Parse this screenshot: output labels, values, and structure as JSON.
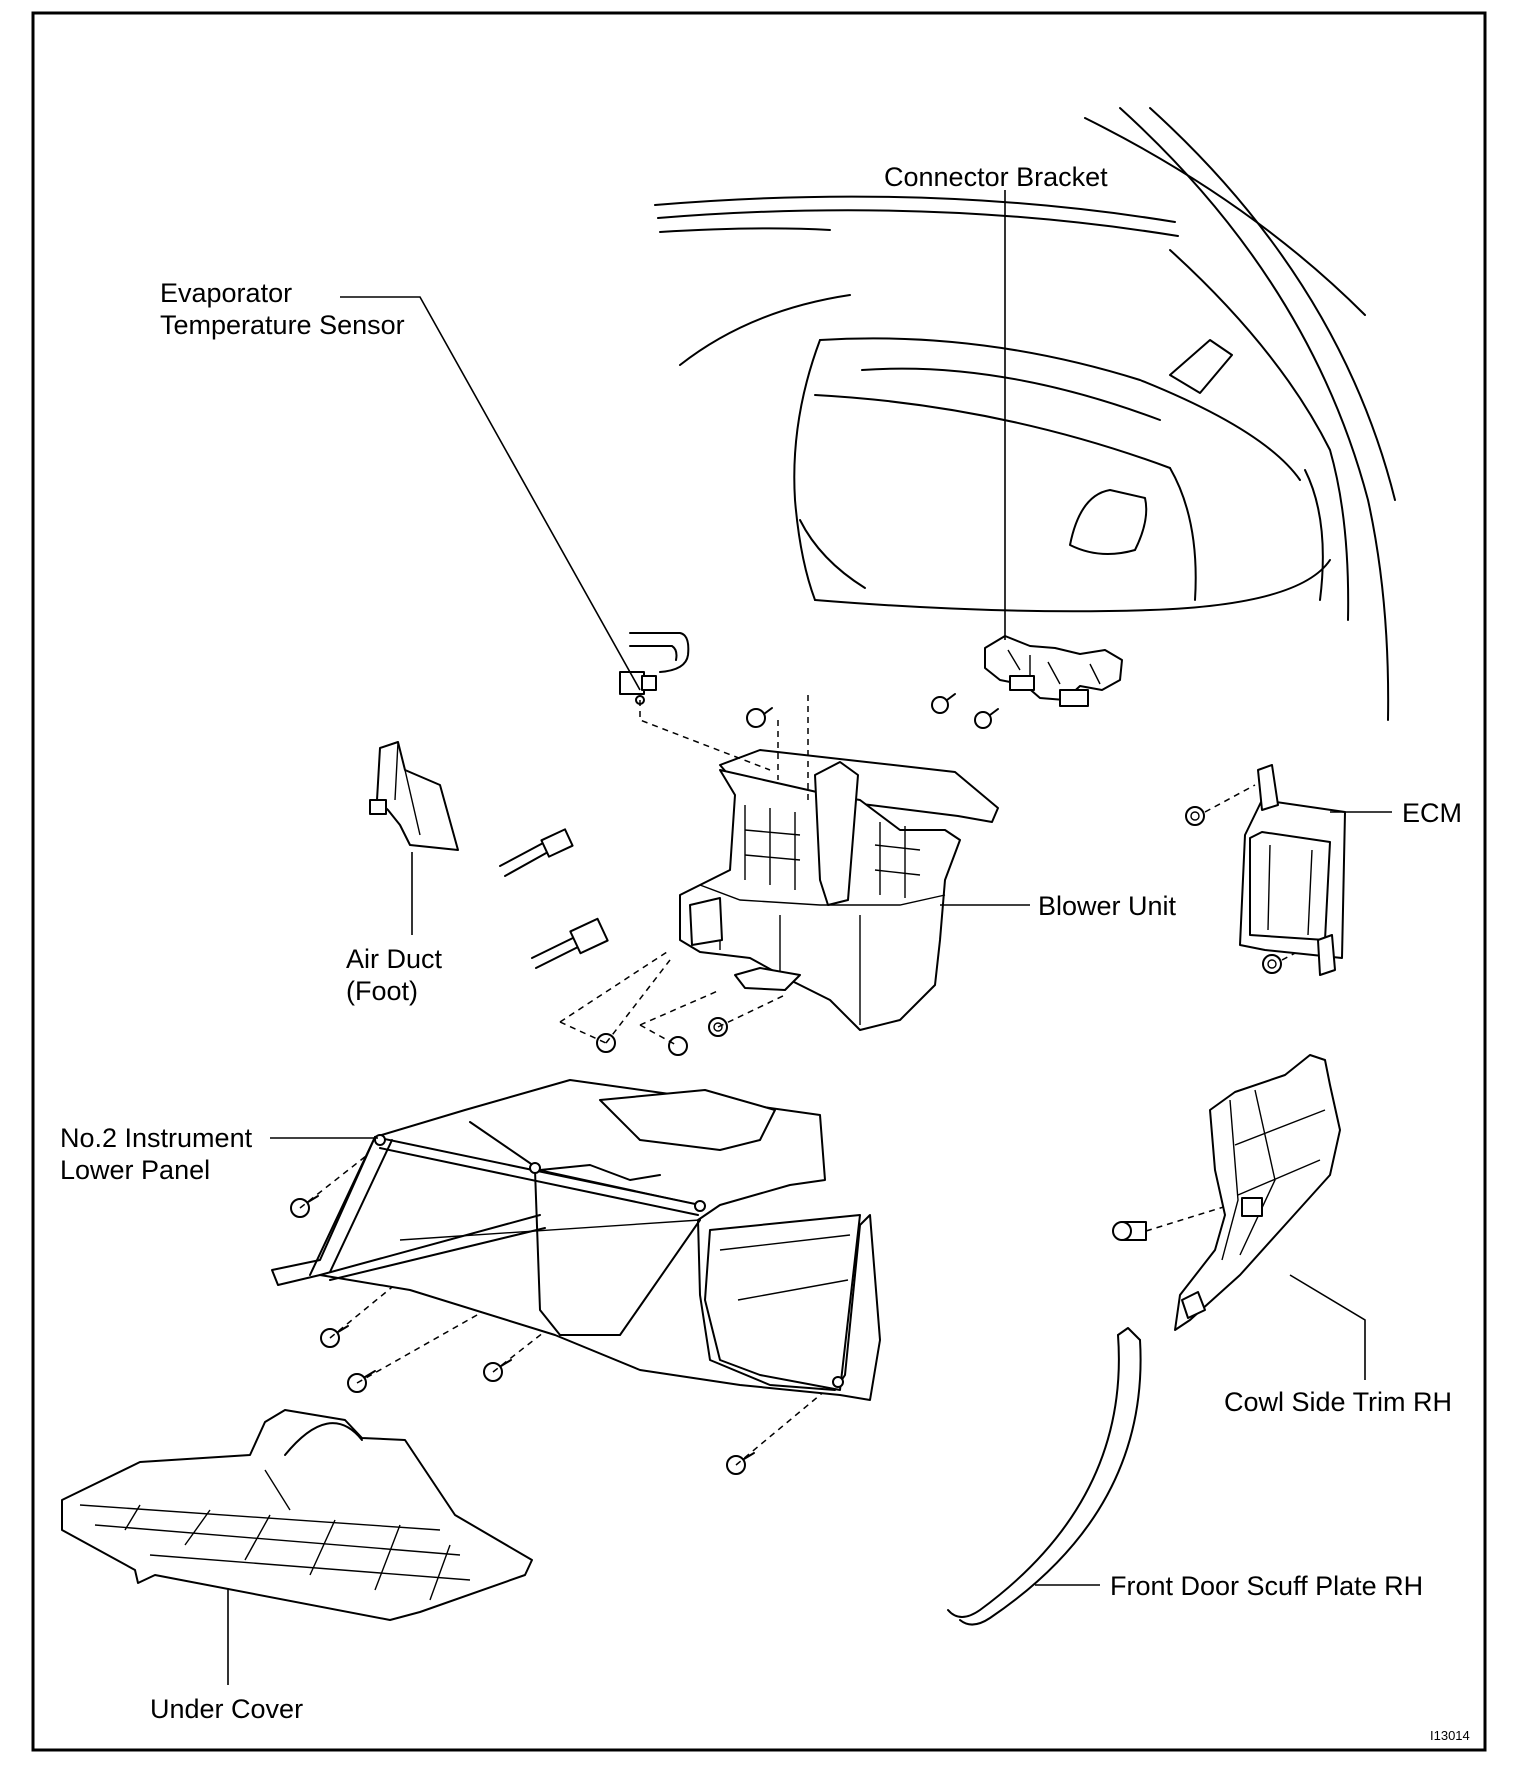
{
  "labels": {
    "connector_bracket": "Connector Bracket",
    "evaporator_line1": "Evaporator",
    "evaporator_line2": "Temperature  Sensor",
    "air_duct_line1": "Air Duct",
    "air_duct_line2": "(Foot)",
    "blower_unit": "Blower Unit",
    "ecm": "ECM",
    "instrument_line1": "No.2 Instrument",
    "instrument_line2": "Lower Panel",
    "cowl_side_trim": "Cowl Side Trim RH",
    "front_door_scuff": "Front Door Scuff Plate RH",
    "under_cover": "Under Cover"
  },
  "figure_code": "I13014"
}
